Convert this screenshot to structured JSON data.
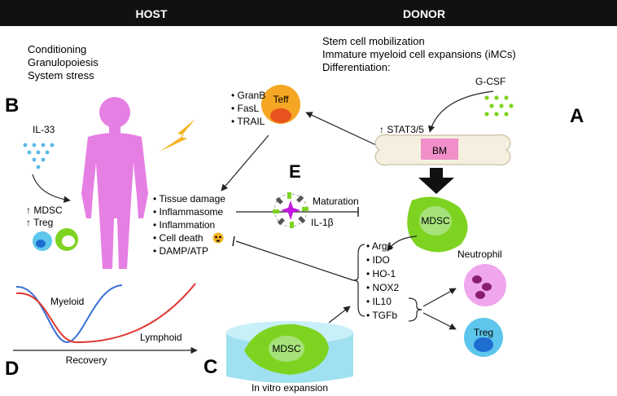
{
  "header": {
    "host": "HOST",
    "donor": "DONOR"
  },
  "host_notes": [
    "Conditioning",
    "Granulopoiesis",
    "System stress"
  ],
  "donor_notes": [
    "Stem cell mobilization",
    "Immature myeloid cell expansions (iMCs)",
    "Differentiation:"
  ],
  "panel_letters": {
    "a": "A",
    "b": "B",
    "c": "C",
    "d": "D",
    "e": "E"
  },
  "panel_b": {
    "cytokine": "IL-33",
    "mdsc": "↑ MDSC",
    "treg": "↑ Treg"
  },
  "teff": {
    "label": "Teff",
    "effectors": [
      "• GranB",
      "• FasL",
      "• TRAIL"
    ]
  },
  "donor_signal": {
    "gcsf": "G-CSF",
    "stat": "↑ STAT3/5",
    "bm": "BM"
  },
  "mdsc_label": "MDSC",
  "effects": [
    "• Tissue damage",
    "• Inflammasome",
    "• Inflammation",
    "• Cell death",
    "• DAMP/ATP"
  ],
  "panel_e": {
    "maturation": "Maturation",
    "il1b": "IL-1β"
  },
  "mechanisms": [
    "• Arg1",
    "• IDO",
    "• HO-1",
    "• NOX2",
    "• IL10",
    "• TGFb"
  ],
  "targets": {
    "neutrophil": "Neutrophil",
    "treg": "Treg"
  },
  "panel_c": {
    "cell": "MDSC",
    "caption": "In vitro expansion"
  },
  "panel_d": {
    "myeloid": "Myeloid",
    "lymphoid": "Lymphoid",
    "axis": "Recovery"
  },
  "colors": {
    "header_bg": "#111111",
    "body_pink": "#e67fe3",
    "mdsc_green": "#7ed321",
    "mdsc_inner": "#a6e27a",
    "teff_orange": "#f5a623",
    "teff_nucleus": "#e8531f",
    "il33_blue": "#59b8e6",
    "gcsf_green": "#7ed321",
    "bone": "#f4efde",
    "bm_pink": "#f08fc8",
    "treg_blue": "#5ec6ec",
    "treg_nucleus": "#1e6ed2",
    "neutrophil_bg": "#f0a6ec",
    "neutrophil_nucleus": "#8a1e6e",
    "dish": "#9fe1f0",
    "myeloid_curve": "#3a6fd8",
    "lymphoid_curve": "#e0342e",
    "bolt": "#f5b324",
    "inflammasome_core": "#c018e0"
  }
}
